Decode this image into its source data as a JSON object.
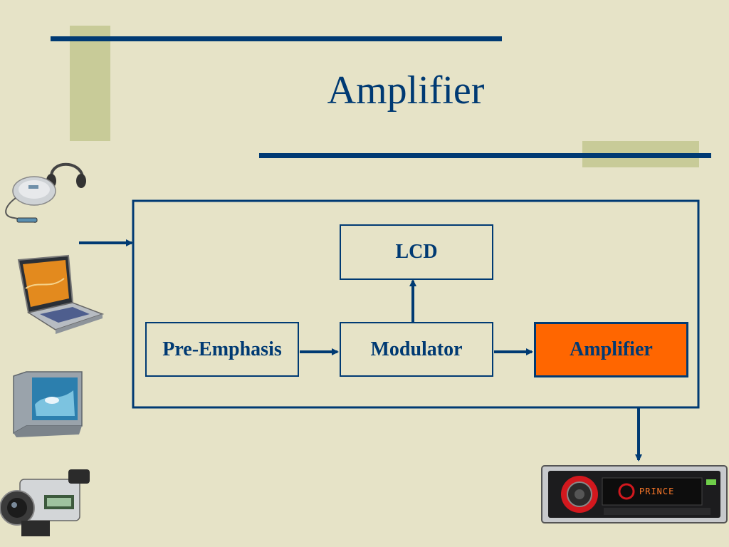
{
  "slide": {
    "title": "Amplifier",
    "colors": {
      "background": "#e6e3c7",
      "accent_block": "#c8cb98",
      "rule": "#003a73",
      "text": "#003a73",
      "highlight": "#ff6600"
    }
  },
  "diagram": {
    "blocks": {
      "pre_emphasis": "Pre-Emphasis",
      "modulator": "Modulator",
      "lcd": "LCD",
      "amplifier": "Amplifier"
    },
    "highlighted_block": "amplifier"
  },
  "devices": {
    "inputs": [
      "cd-player-with-headphones",
      "laptop",
      "television",
      "camcorder"
    ],
    "output": "car-stereo",
    "car_stereo_display_text": "PRINCE"
  }
}
